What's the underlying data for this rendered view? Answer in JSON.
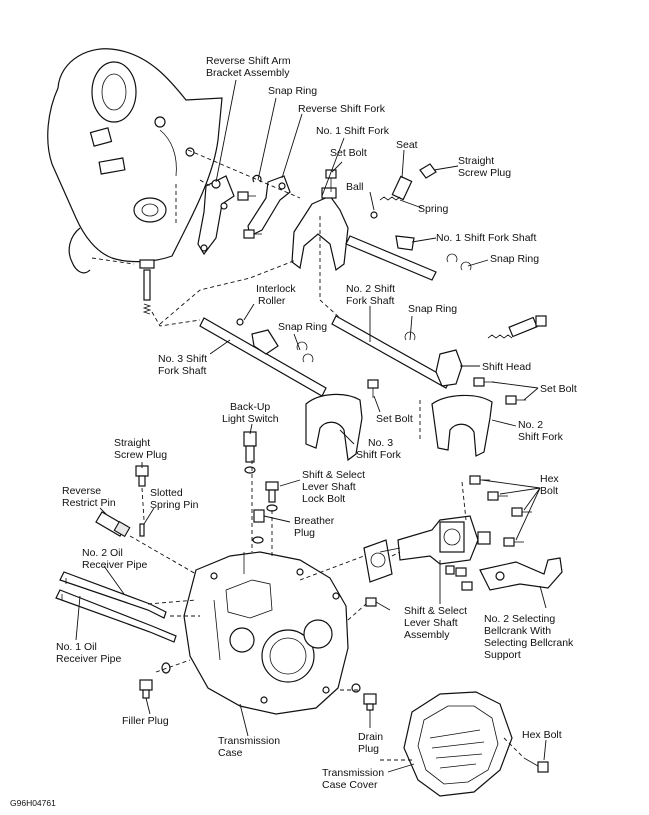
{
  "labels": {
    "reverse_shift_arm_bracket": [
      "Reverse Shift Arm",
      "Bracket Assembly"
    ],
    "snap_ring_top": "Snap Ring",
    "reverse_shift_fork": "Reverse Shift Fork",
    "no1_shift_fork": "No. 1 Shift Fork",
    "set_bolt_top": "Set Bolt",
    "seat": "Seat",
    "straight_screw_plug_top": [
      "Straight",
      "Screw Plug"
    ],
    "ball": "Ball",
    "spring": "Spring",
    "no1_shift_fork_shaft": "No. 1 Shift Fork Shaft",
    "snap_ring_right": "Snap Ring",
    "interlock_roller": [
      "Interlock",
      "Roller"
    ],
    "no2_shift_fork_shaft": [
      "No. 2 Shift",
      "Fork Shaft"
    ],
    "snap_ring_mid": "Snap Ring",
    "snap_ring_center": "Snap Ring",
    "no3_shift_fork_shaft": [
      "No. 3 Shift",
      "Fork Shaft"
    ],
    "shift_head": "Shift Head",
    "set_bolt_right": "Set Bolt",
    "set_bolt_center": "Set Bolt",
    "back_up_light_switch": [
      "Back-Up",
      "Light Switch"
    ],
    "no3_shift_fork": [
      "No. 3",
      "Shift Fork"
    ],
    "no2_shift_fork": [
      "No. 2",
      "Shift Fork"
    ],
    "straight_screw_plug_left": [
      "Straight",
      "Screw Plug"
    ],
    "shift_select_lock_bolt": [
      "Shift & Select",
      "Lever Shaft",
      "Lock Bolt"
    ],
    "hex_bolt_top": [
      "Hex",
      "Bolt"
    ],
    "reverse_restrict_pin": [
      "Reverse",
      "Restrict Pin"
    ],
    "slotted_spring_pin": [
      "Slotted",
      "Spring Pin"
    ],
    "breather_plug": [
      "Breather",
      "Plug"
    ],
    "no2_oil_receiver_pipe": [
      "No. 2 Oil",
      "Receiver Pipe"
    ],
    "shift_select_lever_assembly": [
      "Shift & Select",
      "Lever Shaft",
      "Assembly"
    ],
    "no2_selecting_bellcrank": [
      "No. 2 Selecting",
      "Bellcrank With",
      "Selecting Bellcrank",
      "Support"
    ],
    "no1_oil_receiver_pipe": [
      "No. 1 Oil",
      "Receiver Pipe"
    ],
    "filler_plug": "Filler Plug",
    "transmission_case": [
      "Transmission",
      "Case"
    ],
    "drain_plug": [
      "Drain",
      "Plug"
    ],
    "hex_bolt_bottom": "Hex Bolt",
    "transmission_case_cover": [
      "Transmission",
      "Case Cover"
    ]
  },
  "figure_code": "G96H04761"
}
